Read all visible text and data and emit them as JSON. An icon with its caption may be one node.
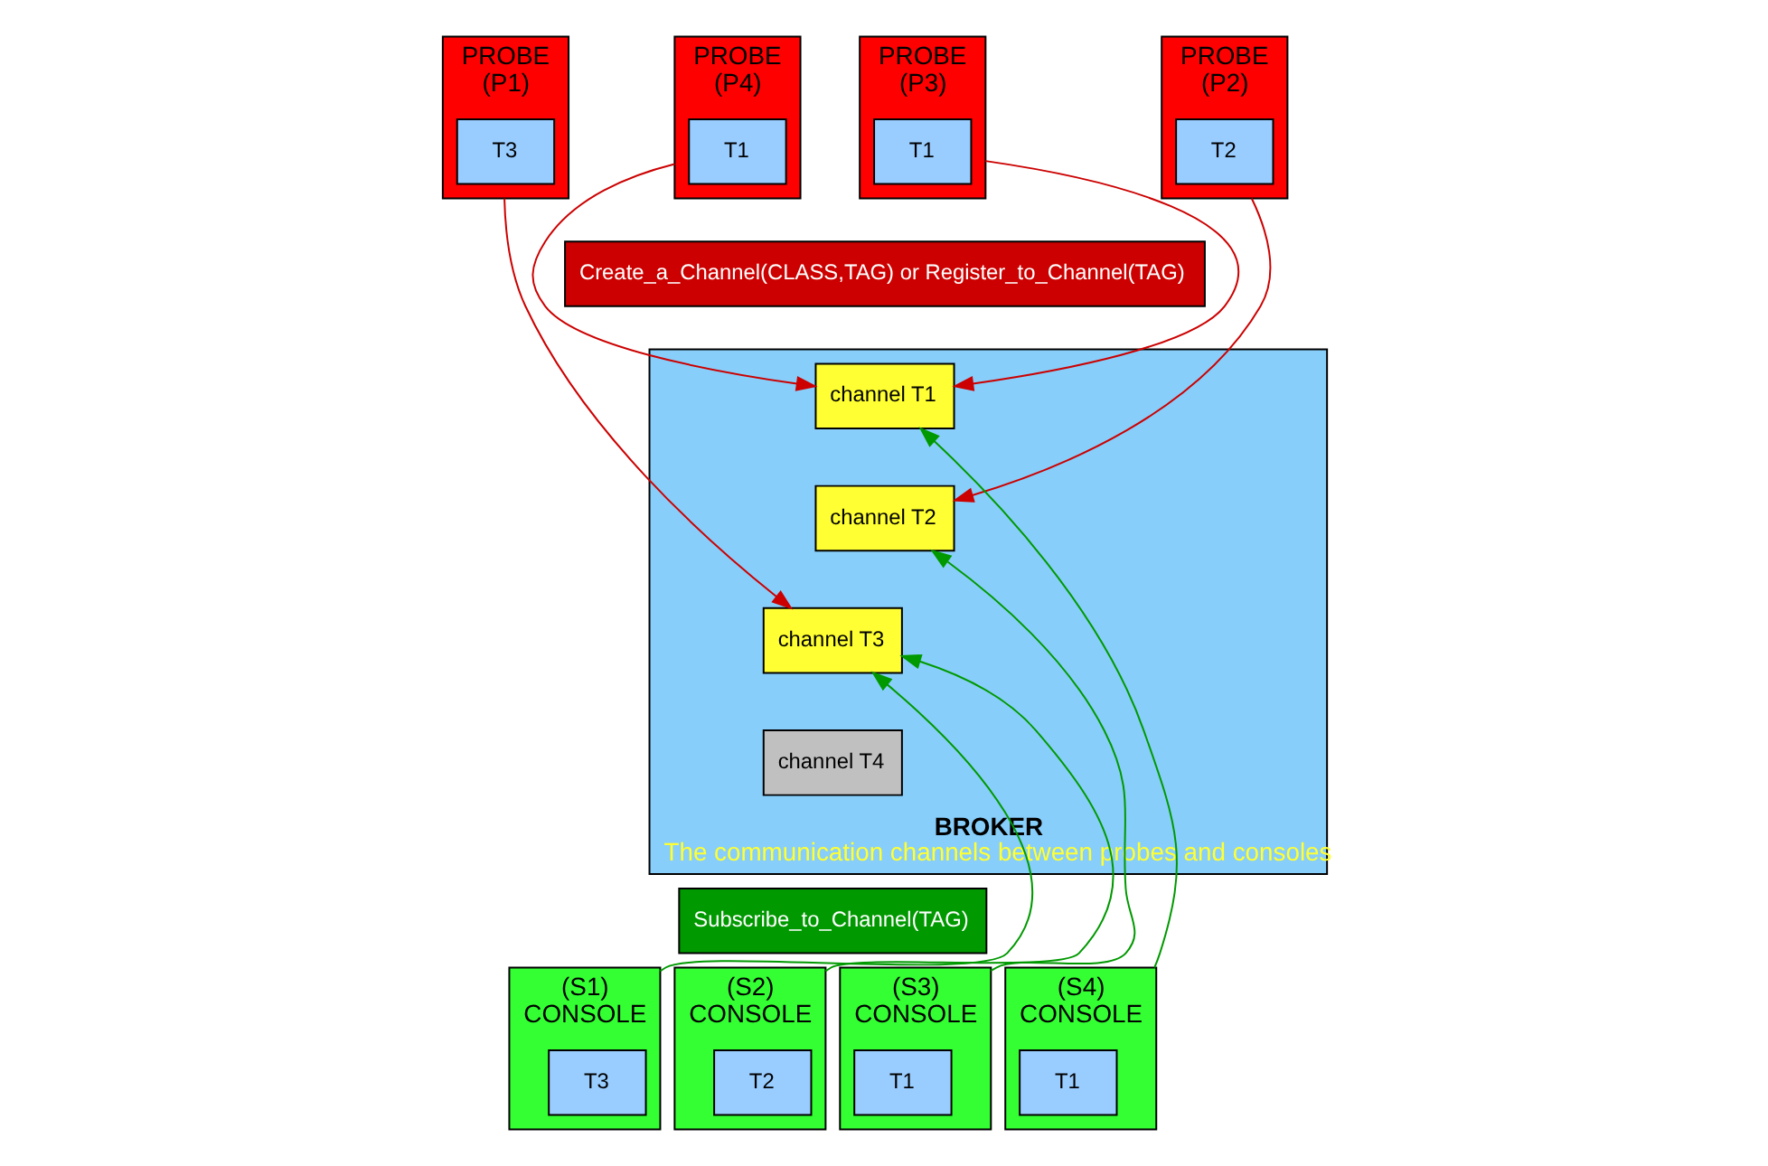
{
  "diagram": {
    "nodes": [
      {
        "text": [
          "PROBE",
          "(P1)"
        ]
      },
      {
        "text": [
          "T3"
        ],
        "in": 0
      },
      {
        "text": [
          "PROBE",
          "(P2)"
        ]
      },
      {
        "text": [
          "T2"
        ],
        "in": 2
      },
      {
        "text": [
          "PROBE",
          "(P3)"
        ]
      },
      {
        "text": [
          "T1"
        ],
        "in": 4
      },
      {
        "text": [
          "PROBE",
          "(P4)"
        ]
      },
      {
        "text": [
          "T1"
        ],
        "in": 6
      },
      {
        "text": [
          "Create_a_Channel(CLASS,TAG) or Register_to_Channel(TAG)"
        ]
      },
      {
        "text": [
          "BROKER",
          "The communication channels between probes and consoles"
        ]
      },
      {
        "text": [
          "channel T1"
        ],
        "in": 9
      },
      {
        "text": [
          "channel T2"
        ],
        "in": 9
      },
      {
        "text": [
          "channel T3"
        ],
        "in": 9
      },
      {
        "text": [
          "channel T4"
        ],
        "in": 9
      },
      {
        "text": [
          "Subscribe_to_Channel(TAG)"
        ]
      },
      {
        "text": [
          "(S1)",
          "CONSOLE"
        ]
      },
      {
        "text": [
          "T3"
        ],
        "in": 15
      },
      {
        "text": [
          "(S2)",
          "CONSOLE"
        ]
      },
      {
        "text": [
          "T2"
        ],
        "in": 17
      },
      {
        "text": [
          "(S3)",
          "CONSOLE"
        ]
      },
      {
        "text": [
          "T1"
        ],
        "in": 19
      },
      {
        "text": [
          "(S4)",
          "CONSOLE"
        ]
      },
      {
        "text": [
          "T1"
        ],
        "in": 21
      }
    ],
    "edges": [
      {
        "from": 0,
        "to": 12,
        "arrow": "to",
        "color": "#cc0000"
      },
      {
        "from": 2,
        "to": 11,
        "arrow": "to",
        "color": "#cc0000"
      },
      {
        "from": 4,
        "to": 10,
        "arrow": "to",
        "color": "#cc0000"
      },
      {
        "from": 6,
        "to": 10,
        "arrow": "to",
        "color": "#cc0000"
      },
      {
        "from": 15,
        "to": 12,
        "arrow": "to",
        "color": "#009900"
      },
      {
        "from": 17,
        "to": 12,
        "arrow": "to",
        "color": "#009900"
      },
      {
        "from": 19,
        "to": 11,
        "arrow": "to",
        "color": "#009900"
      },
      {
        "from": 21,
        "to": 10,
        "arrow": "to",
        "color": "#009900"
      }
    ]
  }
}
